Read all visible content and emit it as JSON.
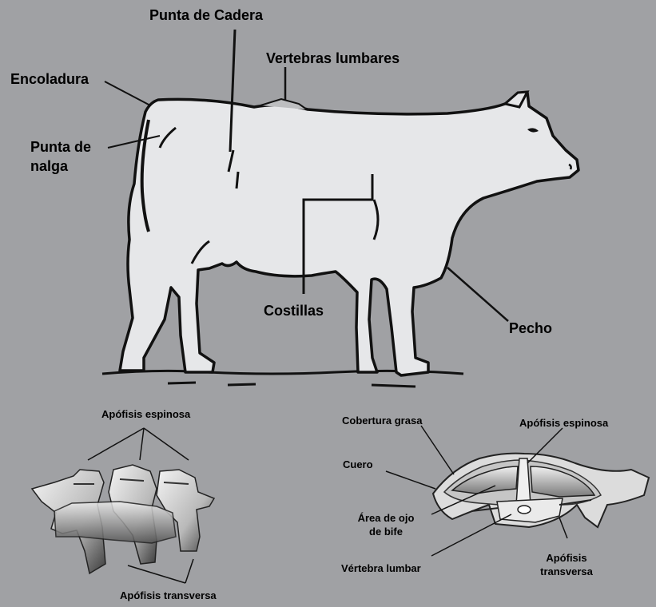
{
  "cow_labels": {
    "punta_cadera": "Punta de Cadera",
    "vertebras_lumbares": "Vertebras lumbares",
    "encoladura": "Encoladura",
    "punta_nalga_1": "Punta de",
    "punta_nalga_2": "nalga",
    "costillas": "Costillas",
    "pecho": "Pecho"
  },
  "spine_labels": {
    "apofisis_espinosa": "Apófisis espinosa",
    "apofisis_transversa": "Apófisis transversa"
  },
  "section_labels": {
    "cobertura_grasa": "Cobertura grasa",
    "apofisis_espinosa": "Apófisis espinosa",
    "cuero": "Cuero",
    "area_ojo_1": "Área de ojo",
    "area_ojo_2": "de bife",
    "vertebra_lumbar": "Vértebra lumbar",
    "apofisis_transversa_1": "Apófisis",
    "apofisis_transversa_2": "transversa"
  },
  "colors": {
    "background": "#a0a1a4",
    "body_fill": "#e6e7e9",
    "outline": "#111111"
  }
}
